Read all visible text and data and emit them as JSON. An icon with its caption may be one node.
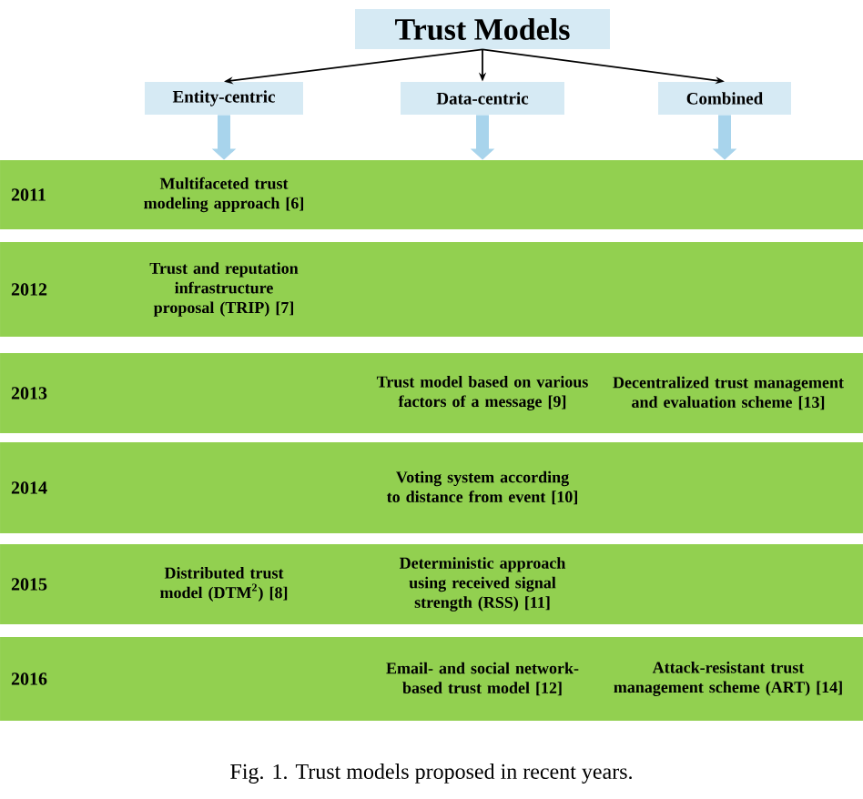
{
  "diagram": {
    "caption": "Fig. 1. Trust models proposed in recent years.",
    "nodes": [
      {
        "text": [
          "Trust Models"
        ]
      },
      {
        "text": [
          "Entity-centric"
        ]
      },
      {
        "text": [
          "Data-centric"
        ]
      },
      {
        "text": [
          "Combined"
        ]
      },
      {
        "text": [
          "2011"
        ]
      },
      {
        "text": [
          "Multifaceted trust modeling approach [6]"
        ],
        "in": 4
      },
      {
        "text": [
          "2012"
        ]
      },
      {
        "text": [
          "Trust and reputation infrastructure proposal (TRIP) [7]"
        ],
        "in": 6
      },
      {
        "text": [
          "2013"
        ]
      },
      {
        "text": [
          "Trust model based on various factors of a message [9]"
        ],
        "in": 8
      },
      {
        "text": [
          "Decentralized trust management and evaluation scheme [13]"
        ],
        "in": 8
      },
      {
        "text": [
          "2014"
        ]
      },
      {
        "text": [
          "Voting system according to distance from event [10]"
        ],
        "in": 11
      },
      {
        "text": [
          "2015"
        ]
      },
      {
        "text": [
          "Distributed trust model (DTM$^{2}$) [8]"
        ],
        "in": 13
      },
      {
        "text": [
          "Deterministic approach using received signal strength (RSS) [11]"
        ],
        "in": 13
      },
      {
        "text": [
          "2016"
        ]
      },
      {
        "text": [
          "Email- and social network-based trust model [12]"
        ],
        "in": 16
      },
      {
        "text": [
          "Attack-resistant trust management scheme (ART) [14]"
        ],
        "in": 16
      }
    ],
    "edges": [
      {
        "from": 0,
        "to": 1,
        "arrow": "to"
      },
      {
        "from": 0,
        "to": 2,
        "arrow": "to"
      },
      {
        "from": 0,
        "to": 3,
        "arrow": "to"
      },
      {
        "from": 1,
        "to": 4,
        "arrow": "to",
        "style": "thick",
        "color": "#a8d4ec"
      },
      {
        "from": 2,
        "to": 4,
        "arrow": "to",
        "style": "thick",
        "color": "#a8d4ec"
      },
      {
        "from": 3,
        "to": 4,
        "arrow": "to",
        "style": "thick",
        "color": "#a8d4ec"
      }
    ]
  }
}
